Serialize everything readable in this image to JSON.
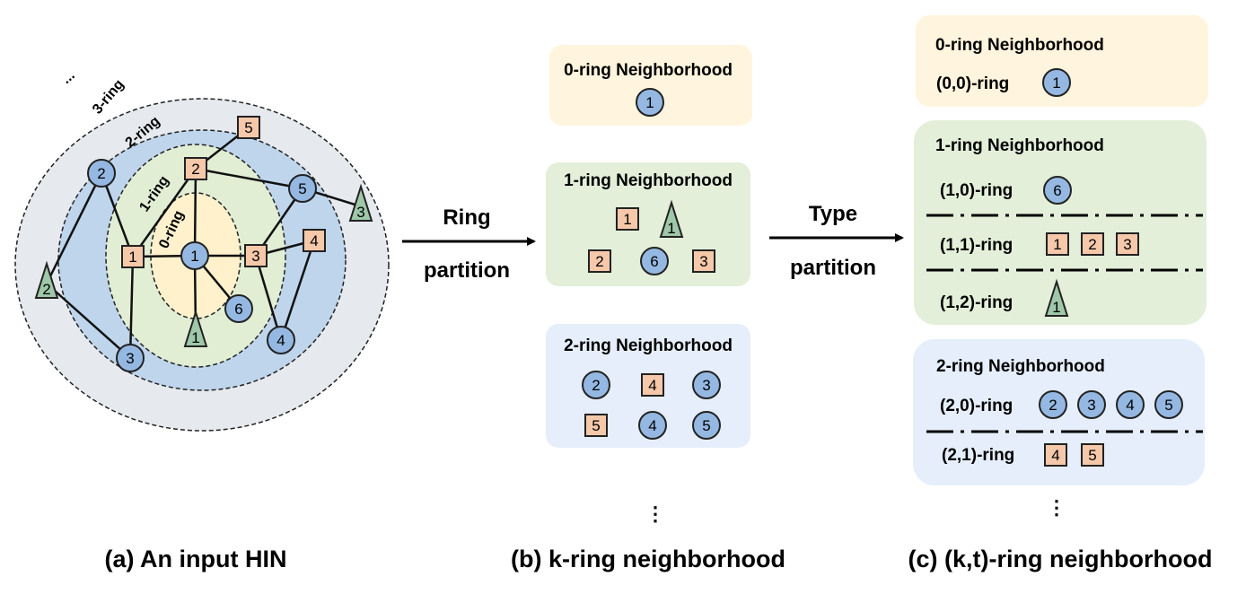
{
  "colors": {
    "circle_node": "#95b8e2",
    "square_node": "#f6c8aa",
    "triangle_node": "#9fc7a9",
    "ring0_fill": "#fff1cc",
    "ring1_fill": "#e1eed4",
    "ring2_fill": "#bed5ec",
    "ring3_fill": "#e6e9ee",
    "box0_fill": "#fff4dd",
    "box1_fill": "#e3efd9",
    "box2_fill": "#e5eefa",
    "stroke": "#222222"
  },
  "panel_a": {
    "caption": "(a) An input HIN",
    "ellipsis": "...",
    "ring_labels": {
      "ring0": "0-ring",
      "ring1": "1-ring",
      "ring2": "2-ring",
      "ring3": "3-ring"
    },
    "nodes": [
      {
        "id": "c1",
        "shape": "circle",
        "label": "1"
      },
      {
        "id": "c2",
        "shape": "circle",
        "label": "2"
      },
      {
        "id": "c3",
        "shape": "circle",
        "label": "3"
      },
      {
        "id": "c4",
        "shape": "circle",
        "label": "4"
      },
      {
        "id": "c5",
        "shape": "circle",
        "label": "5"
      },
      {
        "id": "c6",
        "shape": "circle",
        "label": "6"
      },
      {
        "id": "s1",
        "shape": "square",
        "label": "1"
      },
      {
        "id": "s2",
        "shape": "square",
        "label": "2"
      },
      {
        "id": "s3",
        "shape": "square",
        "label": "3"
      },
      {
        "id": "s4",
        "shape": "square",
        "label": "4"
      },
      {
        "id": "s5",
        "shape": "square",
        "label": "5"
      },
      {
        "id": "t1",
        "shape": "triangle",
        "label": "1"
      },
      {
        "id": "t2",
        "shape": "triangle",
        "label": "2"
      },
      {
        "id": "t3",
        "shape": "triangle",
        "label": "3"
      }
    ],
    "edges": [
      [
        "c1",
        "s1"
      ],
      [
        "c1",
        "s2"
      ],
      [
        "c1",
        "s3"
      ],
      [
        "c1",
        "c6"
      ],
      [
        "c1",
        "t1"
      ],
      [
        "s2",
        "s5"
      ],
      [
        "s2",
        "c5"
      ],
      [
        "s2",
        "s1"
      ],
      [
        "c5",
        "s3"
      ],
      [
        "c5",
        "t3"
      ],
      [
        "s3",
        "s4"
      ],
      [
        "s3",
        "c4"
      ],
      [
        "s4",
        "c4"
      ],
      [
        "s1",
        "c2"
      ],
      [
        "s1",
        "c3"
      ],
      [
        "c2",
        "t2"
      ],
      [
        "t2",
        "c3"
      ]
    ]
  },
  "arrow1": {
    "top": "Ring",
    "bottom": "partition"
  },
  "arrow2": {
    "top": "Type",
    "bottom": "partition"
  },
  "panel_b": {
    "caption": "(b) k-ring neighborhood",
    "ellipsis": "⋮",
    "boxes": [
      {
        "title": "0-ring Neighborhood",
        "nodes": [
          {
            "shape": "circle",
            "label": "1"
          }
        ]
      },
      {
        "title": "1-ring Neighborhood",
        "nodes": [
          {
            "shape": "square",
            "label": "1"
          },
          {
            "shape": "triangle",
            "label": "1"
          },
          {
            "shape": "square",
            "label": "2"
          },
          {
            "shape": "circle",
            "label": "6"
          },
          {
            "shape": "square",
            "label": "3"
          }
        ]
      },
      {
        "title": "2-ring Neighborhood",
        "nodes": [
          {
            "shape": "circle",
            "label": "2"
          },
          {
            "shape": "square",
            "label": "4"
          },
          {
            "shape": "circle",
            "label": "3"
          },
          {
            "shape": "square",
            "label": "5"
          },
          {
            "shape": "circle",
            "label": "4"
          },
          {
            "shape": "circle",
            "label": "5"
          }
        ]
      }
    ]
  },
  "panel_c": {
    "caption": "(c) (k,t)-ring neighborhood",
    "ellipsis": "⋮",
    "boxes": [
      {
        "title": "0-ring Neighborhood",
        "rows": [
          {
            "label": "(0,0)-ring",
            "nodes": [
              {
                "shape": "circle",
                "label": "1"
              }
            ]
          }
        ]
      },
      {
        "title": "1-ring Neighborhood",
        "rows": [
          {
            "label": "(1,0)-ring",
            "nodes": [
              {
                "shape": "circle",
                "label": "6"
              }
            ]
          },
          {
            "label": "(1,1)-ring",
            "nodes": [
              {
                "shape": "square",
                "label": "1"
              },
              {
                "shape": "square",
                "label": "2"
              },
              {
                "shape": "square",
                "label": "3"
              }
            ]
          },
          {
            "label": "(1,2)-ring",
            "nodes": [
              {
                "shape": "triangle",
                "label": "1"
              }
            ]
          }
        ]
      },
      {
        "title": "2-ring Neighborhood",
        "rows": [
          {
            "label": "(2,0)-ring",
            "nodes": [
              {
                "shape": "circle",
                "label": "2"
              },
              {
                "shape": "circle",
                "label": "3"
              },
              {
                "shape": "circle",
                "label": "4"
              },
              {
                "shape": "circle",
                "label": "5"
              }
            ]
          },
          {
            "label": "(2,1)-ring",
            "nodes": [
              {
                "shape": "square",
                "label": "4"
              },
              {
                "shape": "square",
                "label": "5"
              }
            ]
          }
        ]
      }
    ]
  }
}
